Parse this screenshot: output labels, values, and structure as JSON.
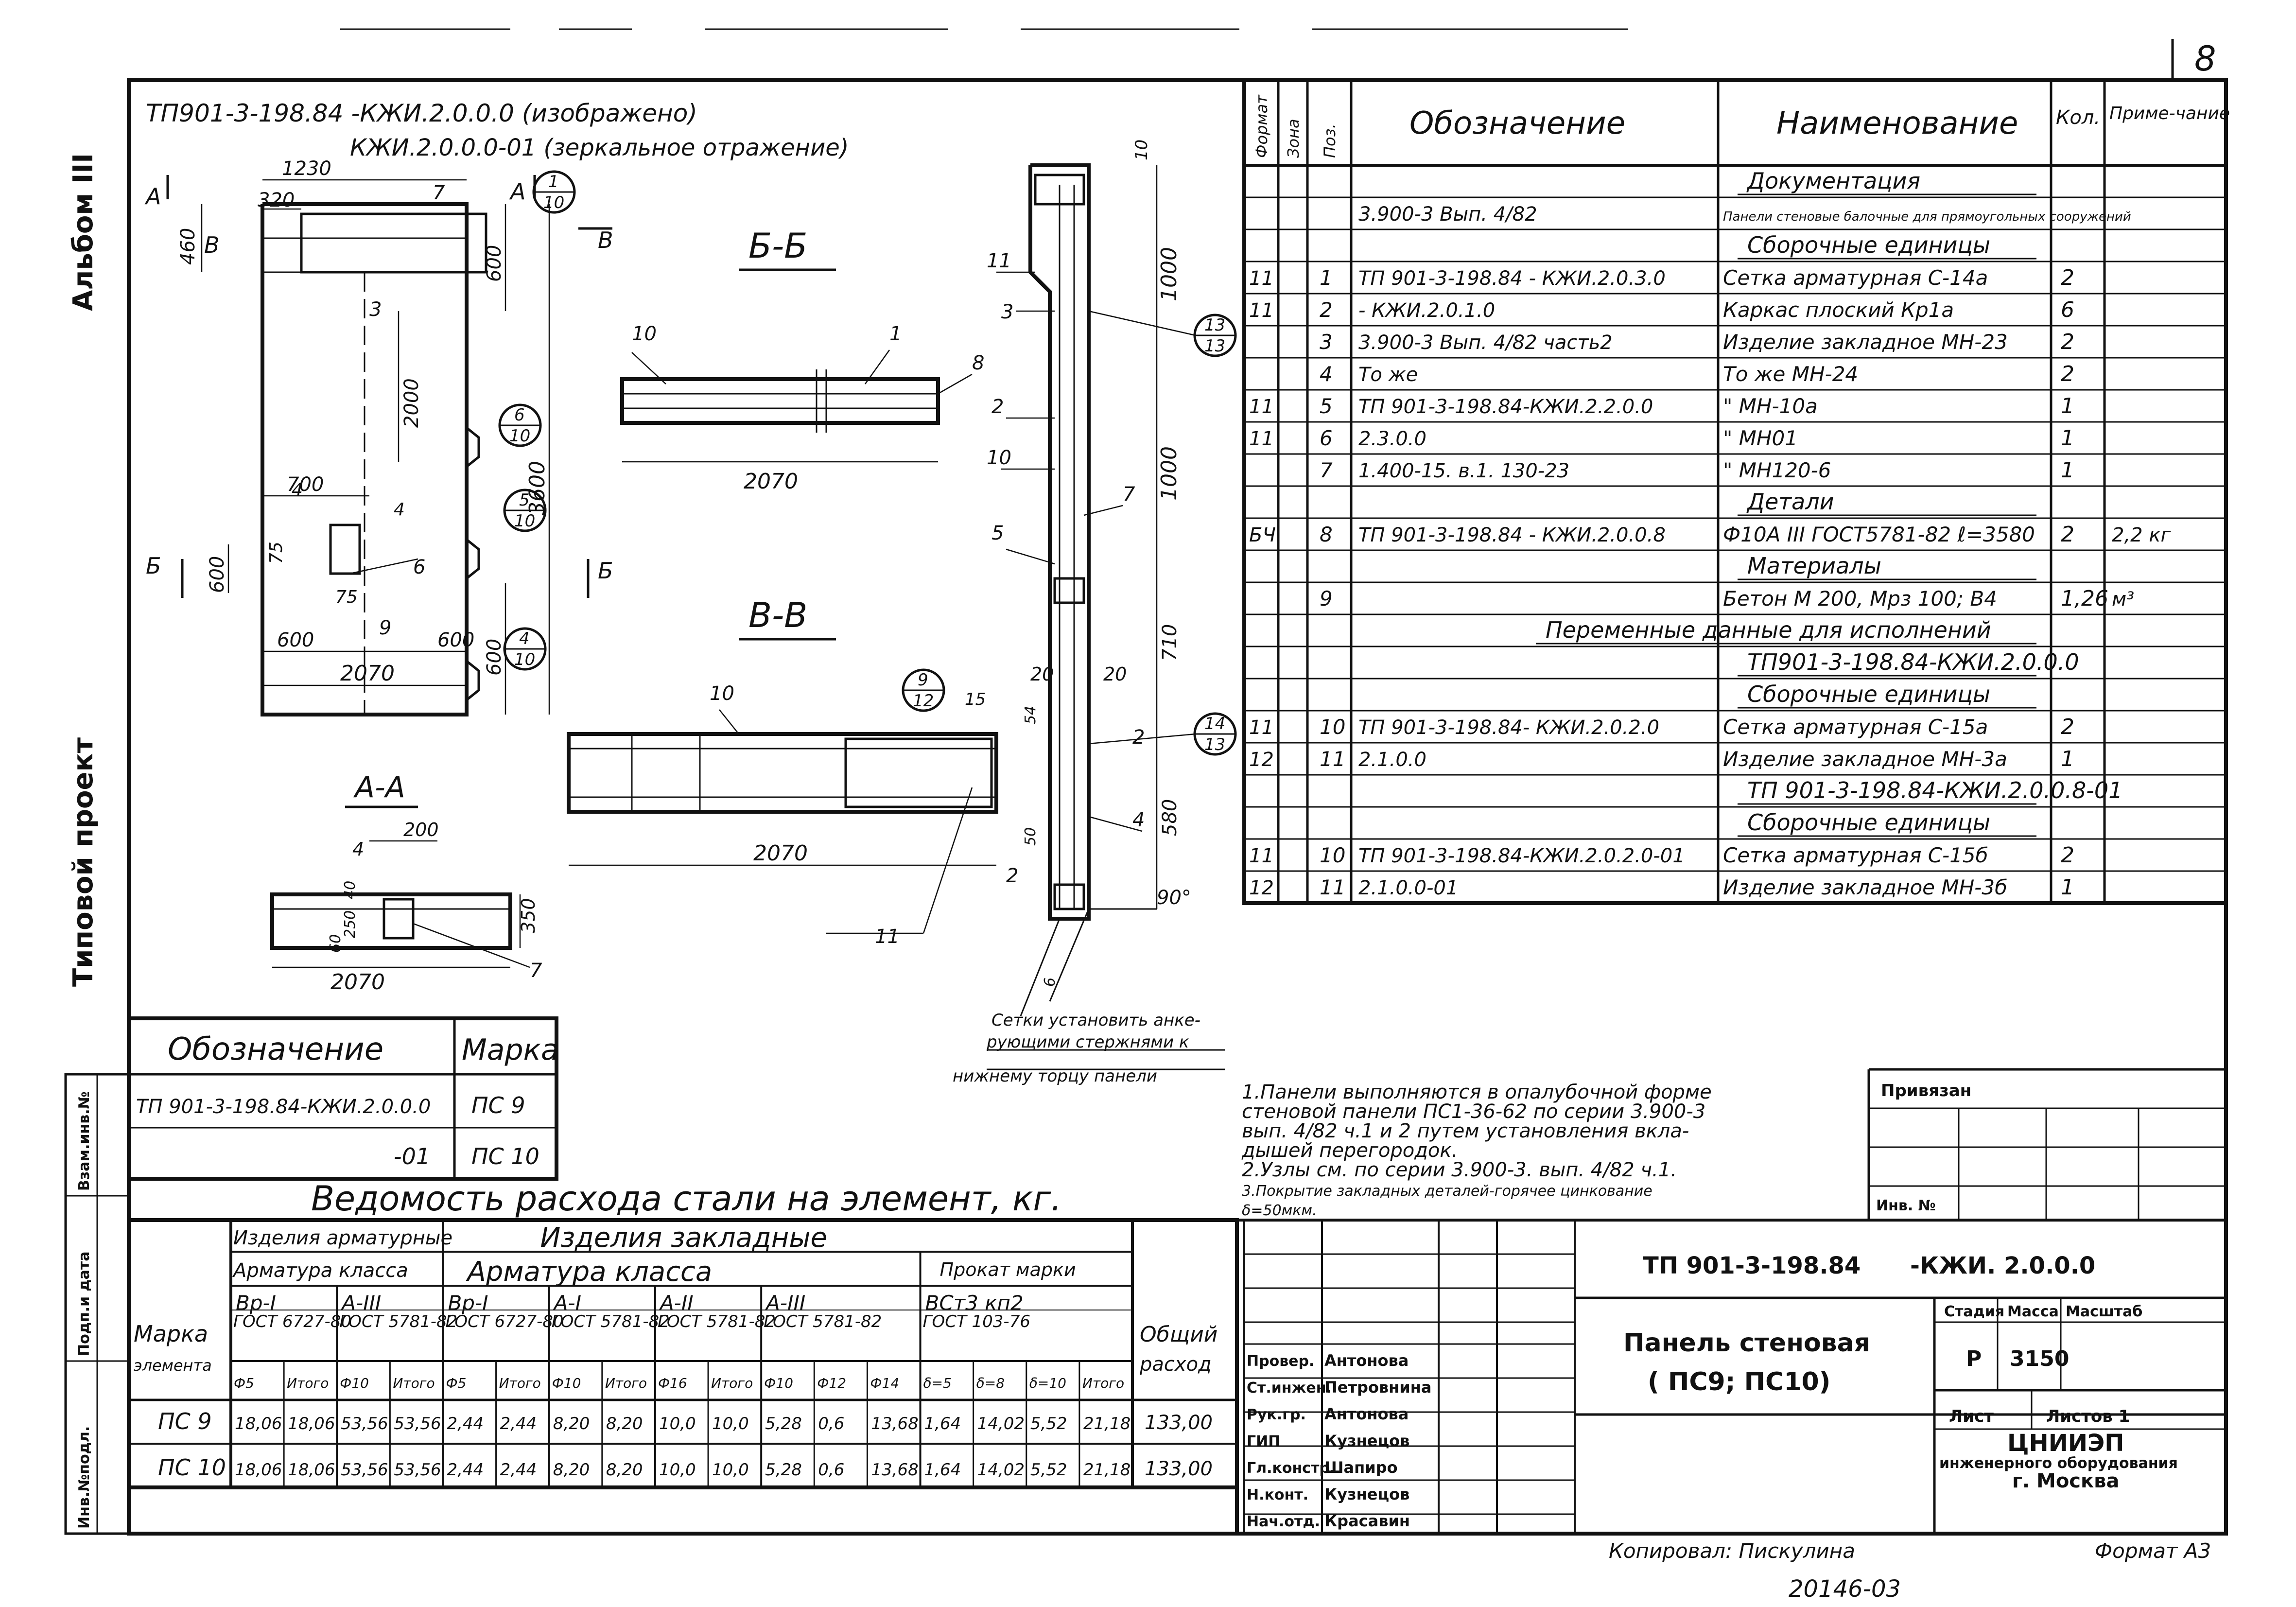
{
  "sheet_number": "8",
  "side_labels": {
    "album": "Альбом III",
    "project": "Типовой проект"
  },
  "side_table": {
    "inv_podl": "Инв.№подл.",
    "podp_data": "Подп.и дата",
    "vzam_inv": "Взам.инв.№"
  },
  "drawing": {
    "title_line1": "ТП901-3-198.84 -КЖИ.2.0.0.0 (изображено)",
    "title_line2": "КЖИ.2.0.0.0-01 (зеркальное отражение)",
    "section_bb": "Б-Б",
    "section_vv": "В-В",
    "section_aa": "А-А",
    "cut_a": "А",
    "cut_b": "Б",
    "cut_v": "В",
    "dims": {
      "d1230": "1230",
      "d320": "320",
      "d460": "460",
      "d600": "600",
      "d2000": "2000",
      "d3600": "3600",
      "d700": "700",
      "d75": "75",
      "d2070": "2070",
      "d1000": "1000",
      "d710": "710",
      "d580": "580",
      "d54": "54",
      "d50": "50",
      "d20": "20",
      "d15": "15",
      "d40": "40",
      "d200": "200",
      "d350": "350",
      "d250": "250",
      "d60": "60",
      "d90": "90°",
      "d6": "6",
      "d10": "10"
    },
    "callouts": [
      {
        "top": "1",
        "bottom": "10"
      },
      {
        "top": "6",
        "bottom": "10"
      },
      {
        "top": "5",
        "bottom": "10"
      },
      {
        "top": "4",
        "bottom": "10"
      },
      {
        "top": "13",
        "bottom": "13"
      },
      {
        "top": "9",
        "bottom": "12"
      },
      {
        "top": "14",
        "bottom": "13"
      }
    ],
    "positions": [
      "1",
      "2",
      "3",
      "4",
      "5",
      "6",
      "7",
      "8",
      "9",
      "10",
      "11"
    ],
    "note_anchor": [
      "Сетки установить анке-",
      "рующими стержнями к",
      "нижнему торцу панели"
    ]
  },
  "mark_table": {
    "headers": [
      "Обозначение",
      "Марка"
    ],
    "rows": [
      [
        "ТП 901-3-198.84-КЖИ.2.0.0.0",
        "ПС 9"
      ],
      [
        "-01",
        "ПС 10"
      ]
    ]
  },
  "steel_table": {
    "title": "Ведомость расхода стали на элемент, кг.",
    "h_marka": "Марка элемента",
    "h_izd_armat": "Изделия арматурные",
    "h_izd_zakl": "Изделия закладные",
    "h_armat_klassa": "Арматура класса",
    "h_prokat": "Прокат марки",
    "h_total": "Общий расход",
    "classes": [
      "Вр-I",
      "А-III",
      "Вр-I",
      "А-I",
      "А-II",
      "А-III",
      "ВСт3 кп2"
    ],
    "gosts": [
      "ГОСТ 6727-80",
      "ГОСТ 5781-82",
      "ГОСТ 6727-80",
      "ГОСТ 5781-82",
      "ГОСТ 5781-82",
      "ГОСТ 5781-82",
      "ГОСТ 103-76"
    ],
    "subcols": [
      "Ф5",
      "Итого",
      "Ф10",
      "Итого",
      "Ф5",
      "Итого",
      "Ф10",
      "Итого",
      "Ф16",
      "Итого",
      "Ф10",
      "Ф12",
      "Ф14",
      "δ=5",
      "δ=8",
      "δ=10",
      "Итого"
    ],
    "rows": [
      {
        "mark": "ПС 9",
        "values": [
          "18,06",
          "18,06",
          "53,56",
          "53,56",
          "2,44",
          "2,44",
          "8,20",
          "8,20",
          "10,0",
          "10,0",
          "5,28",
          "0,6",
          "13,68",
          "1,64",
          "14,02",
          "5,52",
          "21,18"
        ],
        "total": "133,00"
      },
      {
        "mark": "ПС 10",
        "values": [
          "18,06",
          "18,06",
          "53,56",
          "53,56",
          "2,44",
          "2,44",
          "8,20",
          "8,20",
          "10,0",
          "10,0",
          "5,28",
          "0,6",
          "13,68",
          "1,64",
          "14,02",
          "5,52",
          "21,18"
        ],
        "total": "133,00"
      }
    ]
  },
  "spec": {
    "headers": [
      "Формат",
      "Зона",
      "Поз.",
      "Обозначение",
      "Наименование",
      "Кол.",
      "Приме-чание"
    ],
    "rows": [
      {
        "fmt": "",
        "zone": "",
        "pos": "",
        "des": "",
        "name": "Документация",
        "qty": "",
        "note": "",
        "section": true
      },
      {
        "fmt": "",
        "zone": "",
        "pos": "",
        "des": "3.900-3 Вып. 4/82",
        "name": "Панели стеновые балочные для прямоугольных сооружений",
        "qty": "",
        "note": ""
      },
      {
        "fmt": "",
        "zone": "",
        "pos": "",
        "des": "",
        "name": "Сборочные единицы",
        "qty": "",
        "note": "",
        "section": true
      },
      {
        "fmt": "11",
        "zone": "",
        "pos": "1",
        "des": "ТП 901-3-198.84 - КЖИ.2.0.3.0",
        "name": "Сетка арматурная С-14а",
        "qty": "2",
        "note": ""
      },
      {
        "fmt": "11",
        "zone": "",
        "pos": "2",
        "des": "- КЖИ.2.0.1.0",
        "name": "Каркас плоский Кр1а",
        "qty": "6",
        "note": ""
      },
      {
        "fmt": "",
        "zone": "",
        "pos": "3",
        "des": "3.900-3 Вып. 4/82 часть2",
        "name": "Изделие закладное МН-23",
        "qty": "2",
        "note": ""
      },
      {
        "fmt": "",
        "zone": "",
        "pos": "4",
        "des": "То же",
        "name": "То же МН-24",
        "qty": "2",
        "note": ""
      },
      {
        "fmt": "11",
        "zone": "",
        "pos": "5",
        "des": "ТП 901-3-198.84-КЖИ.2.2.0.0",
        "name": "\" МН-10а",
        "qty": "1",
        "note": ""
      },
      {
        "fmt": "11",
        "zone": "",
        "pos": "6",
        "des": "2.3.0.0",
        "name": "\" МН01",
        "qty": "1",
        "note": ""
      },
      {
        "fmt": "",
        "zone": "",
        "pos": "7",
        "des": "1.400-15. в.1. 130-23",
        "name": "\" МН120-6",
        "qty": "1",
        "note": ""
      },
      {
        "fmt": "",
        "zone": "",
        "pos": "",
        "des": "",
        "name": "Детали",
        "qty": "",
        "note": "",
        "section": true
      },
      {
        "fmt": "БЧ",
        "zone": "",
        "pos": "8",
        "des": "ТП 901-3-198.84 - КЖИ.2.0.0.8",
        "name": "Ф10А III ГОСТ5781-82 ℓ=3580",
        "qty": "2",
        "note": "2,2 кг"
      },
      {
        "fmt": "",
        "zone": "",
        "pos": "",
        "des": "",
        "name": "Материалы",
        "qty": "",
        "note": "",
        "section": true
      },
      {
        "fmt": "",
        "zone": "",
        "pos": "9",
        "des": "",
        "name": "Бетон М 200, Мрз 100; В4",
        "qty": "1,26",
        "note": "м³"
      },
      {
        "fmt": "",
        "zone": "",
        "pos": "",
        "des": "",
        "name": "Переменные данные для исполнений",
        "qty": "",
        "note": "",
        "wide": true
      },
      {
        "fmt": "",
        "zone": "",
        "pos": "",
        "des": "",
        "name": "ТП901-3-198.84-КЖИ.2.0.0.0",
        "qty": "",
        "note": "",
        "section": true
      },
      {
        "fmt": "",
        "zone": "",
        "pos": "",
        "des": "",
        "name": "Сборочные единицы",
        "qty": "",
        "note": "",
        "section": true
      },
      {
        "fmt": "11",
        "zone": "",
        "pos": "10",
        "des": "ТП 901-3-198.84- КЖИ.2.0.2.0",
        "name": "Сетка арматурная С-15а",
        "qty": "2",
        "note": ""
      },
      {
        "fmt": "12",
        "zone": "",
        "pos": "11",
        "des": "2.1.0.0",
        "name": "Изделие закладное МН-3а",
        "qty": "1",
        "note": ""
      },
      {
        "fmt": "",
        "zone": "",
        "pos": "",
        "des": "",
        "name": "ТП 901-3-198.84-КЖИ.2.0.0.8-01",
        "qty": "",
        "note": "",
        "section": true
      },
      {
        "fmt": "",
        "zone": "",
        "pos": "",
        "des": "",
        "name": "Сборочные единицы",
        "qty": "",
        "note": "",
        "section": true
      },
      {
        "fmt": "11",
        "zone": "",
        "pos": "10",
        "des": "ТП 901-3-198.84-КЖИ.2.0.2.0-01",
        "name": "Сетка арматурная С-15б",
        "qty": "2",
        "note": ""
      },
      {
        "fmt": "12",
        "zone": "",
        "pos": "11",
        "des": "2.1.0.0-01",
        "name": "Изделие закладное МН-3б",
        "qty": "1",
        "note": ""
      }
    ]
  },
  "notes": [
    "1.Панели выполняются в опалубочной форме",
    "стеновой панели ПС1-36-62 по серии 3.900-3",
    "вып. 4/82 ч.1 и 2 путем установления вкла-",
    "дышей перегородок.",
    "2.Узлы см. по серии 3.900-3. вып. 4/82 ч.1.",
    "3.Покрытие закладных деталей-горячее цинкование",
    "δ=50мкм."
  ],
  "title_block": {
    "privyazan": "Привязан",
    "inv_no": "Инв. №",
    "code": "ТП 901-3-198.84",
    "code_suffix": "-КЖИ. 2.0.0.0",
    "name_line1": "Панель стеновая",
    "name_line2": "( ПС9; ПС10)",
    "stage_label": "Стадия",
    "mass_label": "Масса",
    "scale_label": "Масштаб",
    "stage": "Р",
    "mass": "3150",
    "list_label": "Лист",
    "lists_label": "Листов 1",
    "org_line1": "ЦНИИЭП",
    "org_line2": "инженерного оборудования",
    "org_line3": "г. Москва",
    "roles": [
      {
        "role": "Провер.",
        "name": "Антонова"
      },
      {
        "role": "Ст.инжен.",
        "name": "Петровнина"
      },
      {
        "role": "Рук.гр.",
        "name": "Антонова"
      },
      {
        "role": "ГИП",
        "name": "Кузнецов"
      },
      {
        "role": "Гл.констр.",
        "name": "Шапиро"
      },
      {
        "role": "Н.конт.",
        "name": "Кузнецов"
      },
      {
        "role": "Нач.отд.",
        "name": "Красавин"
      }
    ],
    "copied": "Копировал: Пискулина",
    "format": "Формат А3",
    "archive_no": "20146-03"
  }
}
